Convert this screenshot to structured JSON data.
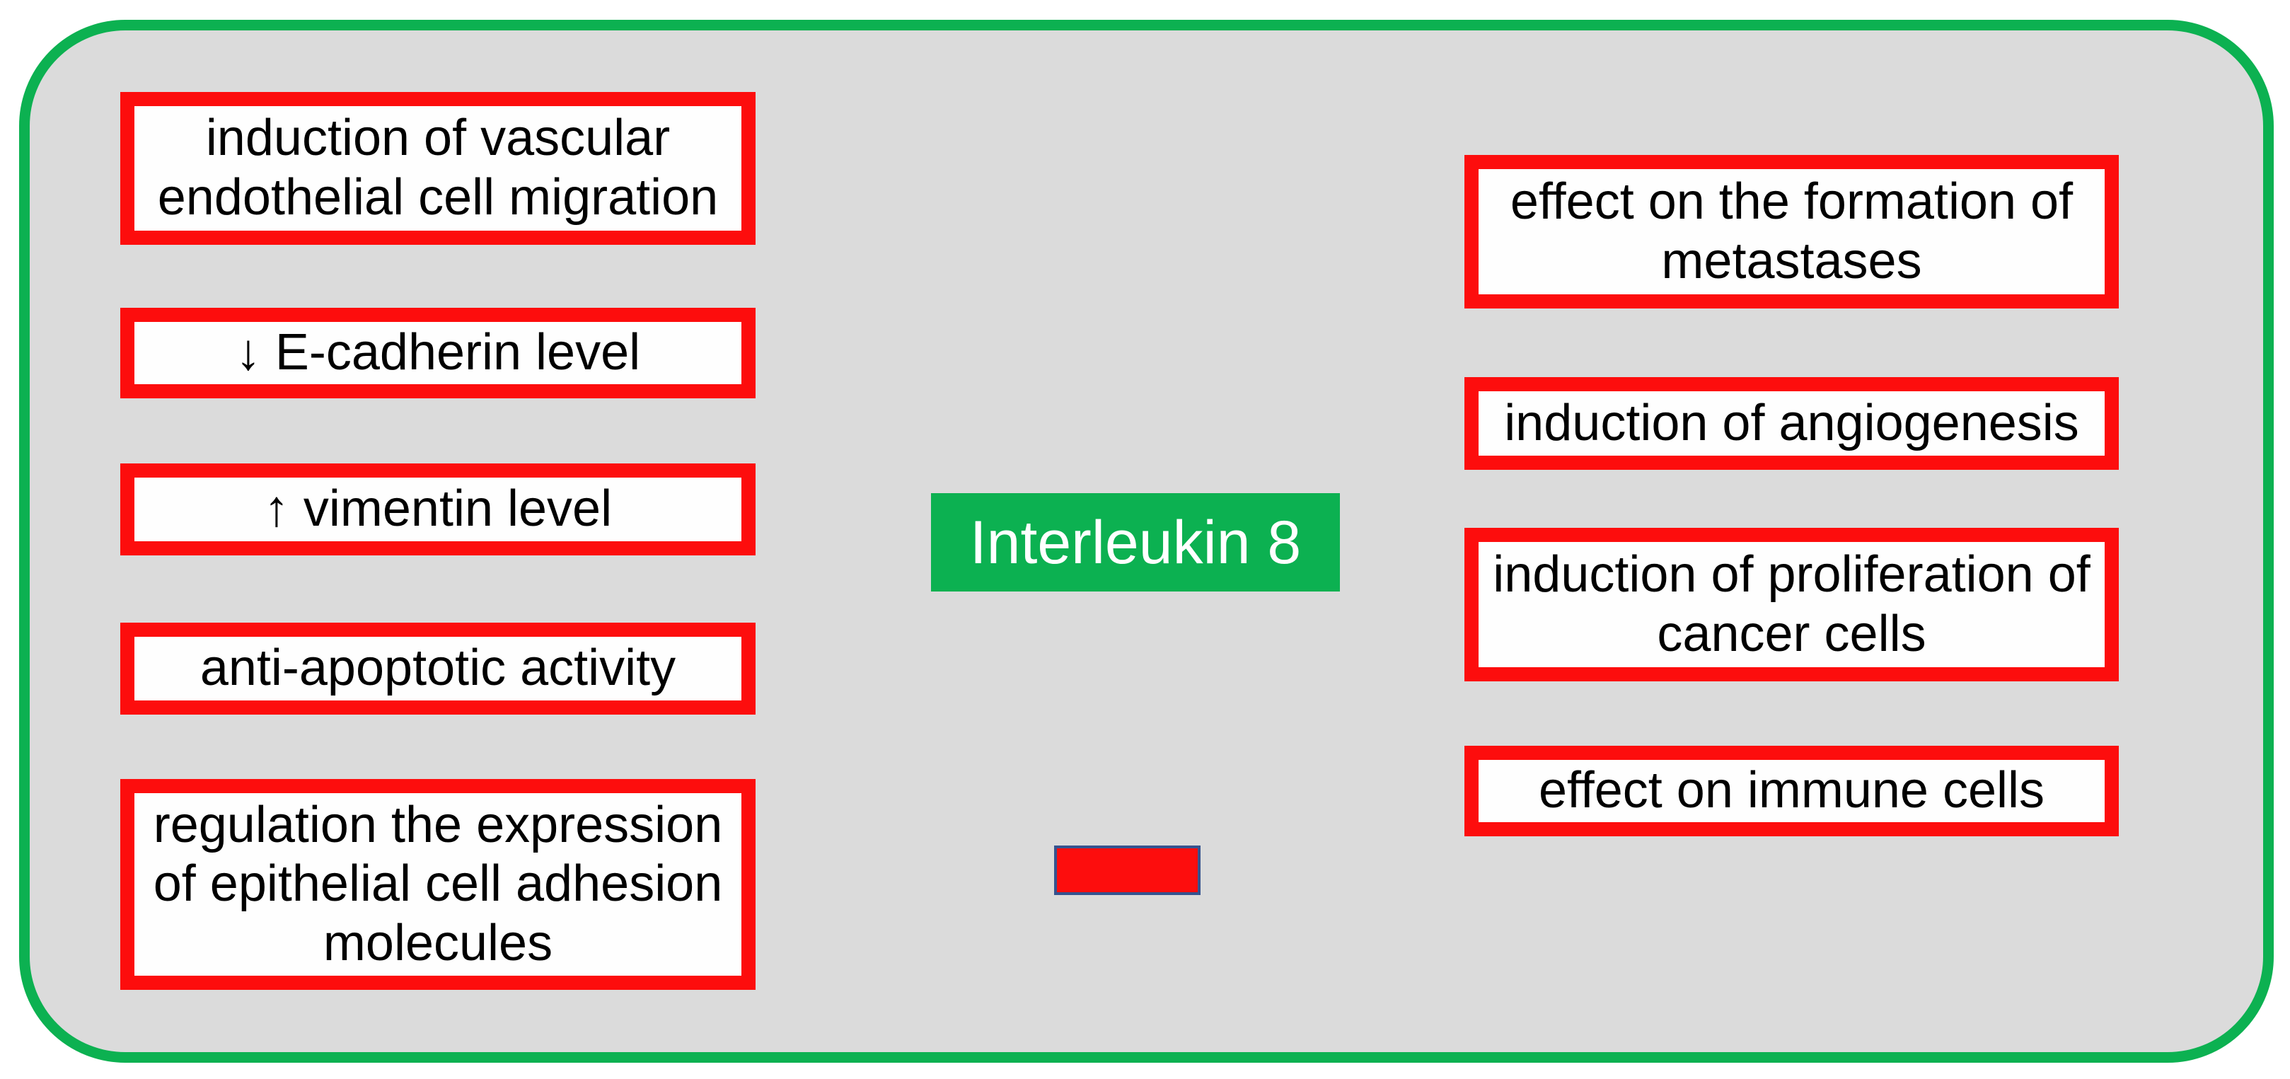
{
  "diagram": {
    "center": {
      "label": "Interleukin 8"
    },
    "left_items": [
      "induction of vascular endothelial cell migration",
      "↓ E-cadherin level",
      "↑ vimentin level",
      "anti-apoptotic activity",
      "regulation the expression of epithelial cell adhesion molecules"
    ],
    "right_items": [
      "effect on the formation of metastases",
      "induction of angiogenesis",
      "induction of proliferation of cancer cells",
      "effect on immune cells"
    ],
    "legend_marker": {
      "type": "red-rectangle",
      "label": ""
    },
    "colors": {
      "panel_background": "#dbdbdb",
      "panel_border_green": "#0cb151",
      "center_fill_green": "#0cb151",
      "effect_box_border_red": "#fd0d0d",
      "marker_fill_red": "#fd0d0d",
      "marker_border_blue": "#35538f",
      "text_black": "#000000",
      "center_text_white": "#ffffff"
    }
  }
}
